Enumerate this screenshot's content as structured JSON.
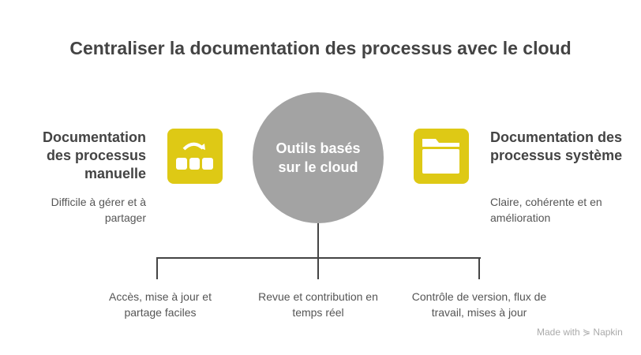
{
  "title": "Centraliser la documentation des processus avec le cloud",
  "left": {
    "heading": "Documentation des processus manuelle",
    "description": "Difficile à gérer et à partager",
    "icon": "manual-blocks-icon"
  },
  "center": {
    "label": "Outils basés sur le cloud"
  },
  "right": {
    "heading": "Documentation des processus système",
    "description": "Claire, cohérente et en amélioration",
    "icon": "folder-icon"
  },
  "branches": [
    "Accès, mise à jour et partage faciles",
    "Revue et contribution en temps réel",
    "Contrôle de version, flux de travail, mises à jour"
  ],
  "watermark": "Made with ⋟ Napkin",
  "colors": {
    "accent": "#DEC915",
    "circle": "#a3a3a3"
  }
}
